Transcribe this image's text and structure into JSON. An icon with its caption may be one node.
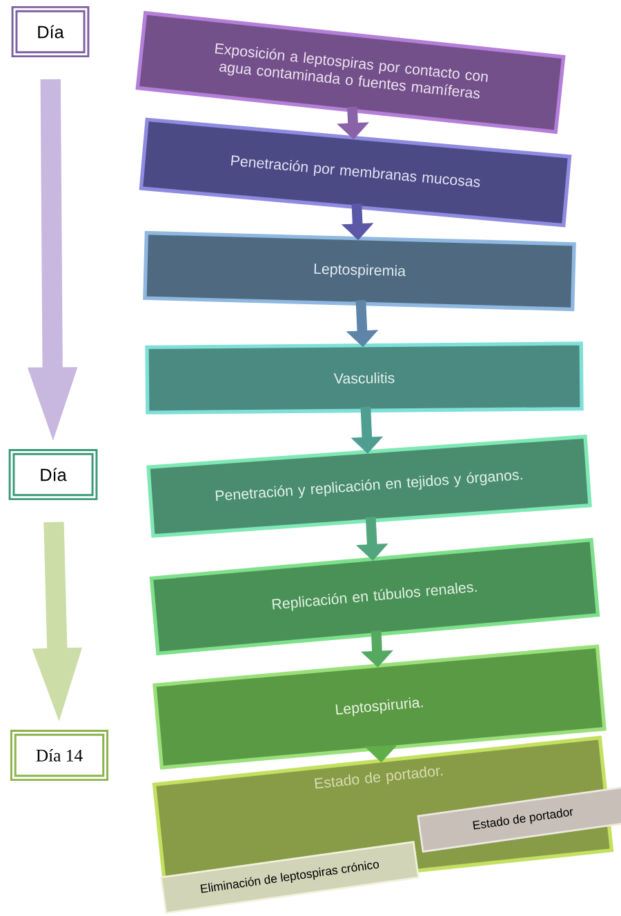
{
  "diagram": {
    "nodes": [
      {
        "text": [
          "Día"
        ]
      },
      {
        "text": [
          "Día"
        ]
      },
      {
        "text": [
          "Día 14"
        ]
      },
      {
        "text": [
          "Exposición a leptospiras por contacto con agua contaminada o fuentes mamíferas"
        ]
      },
      {
        "text": [
          "Penetración por membranas mucosas"
        ]
      },
      {
        "text": [
          "Leptospiremia"
        ]
      },
      {
        "text": [
          "Vasculitis"
        ]
      },
      {
        "text": [
          "Penetración y replicación en tejidos y órganos."
        ]
      },
      {
        "text": [
          "Replicación en túbulos renales."
        ]
      },
      {
        "text": [
          "Leptospiruria."
        ]
      },
      {
        "text": [
          "Estado de portador."
        ]
      },
      {
        "text": [
          "Eliminación de leptospiras crónico"
        ]
      },
      {
        "text": [
          "Estado de portador"
        ]
      }
    ],
    "edges": [
      {
        "from": 0,
        "to": 1,
        "arrow": "to",
        "style": "thick",
        "color": "#c8b8e0"
      },
      {
        "from": 1,
        "to": 2,
        "arrow": "to",
        "style": "thick",
        "color": "#ccdda8"
      },
      {
        "from": 3,
        "to": 4,
        "arrow": "to",
        "color": "#8a62a8"
      },
      {
        "from": 4,
        "to": 5,
        "arrow": "to",
        "color": "#5c58a8"
      },
      {
        "from": 5,
        "to": 6,
        "arrow": "to",
        "color": "#5e84a8"
      },
      {
        "from": 6,
        "to": 7,
        "arrow": "to",
        "color": "#4e9e92"
      },
      {
        "from": 7,
        "to": 8,
        "arrow": "to",
        "color": "#52a67e"
      },
      {
        "from": 8,
        "to": 9,
        "arrow": "to",
        "color": "#55a860"
      },
      {
        "from": 9,
        "to": 10,
        "arrow": "to",
        "color": "#5fae4a"
      }
    ]
  }
}
